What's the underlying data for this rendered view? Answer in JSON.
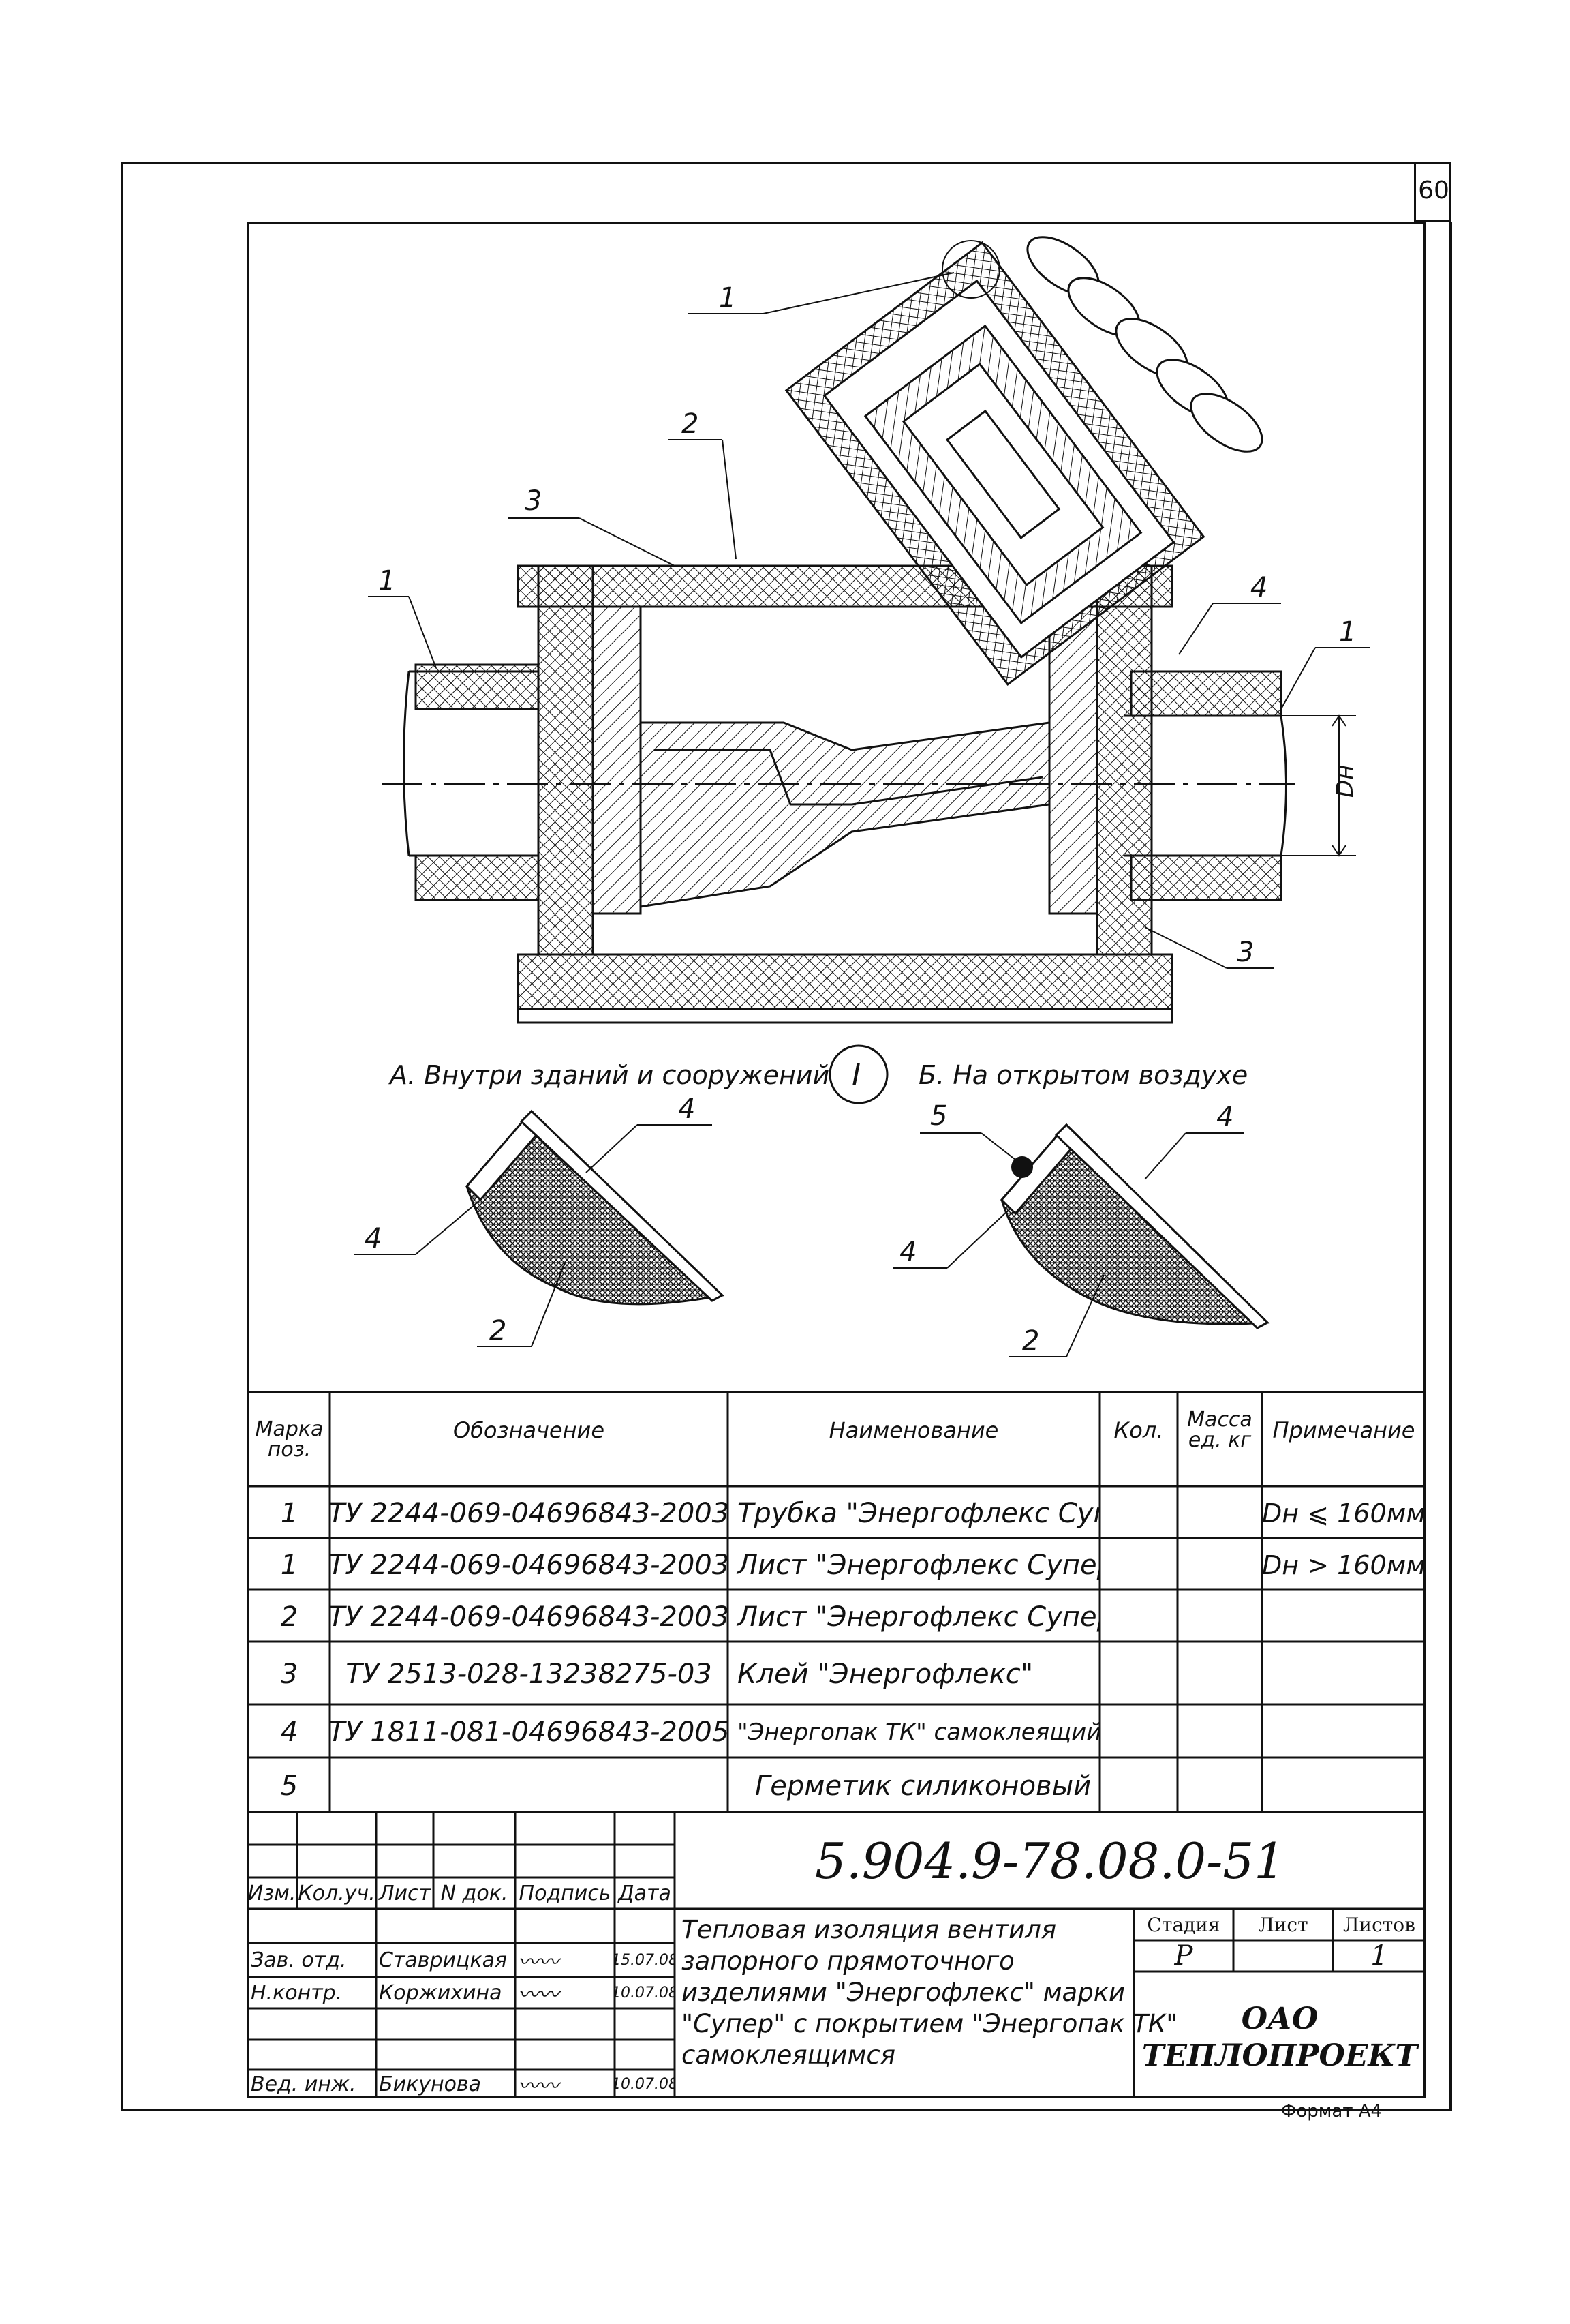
{
  "page_number": "60",
  "format_label": "Формат А4",
  "callouts": {
    "main_1_top": "1",
    "main_2": "2",
    "main_3_top": "3",
    "main_1_left": "1",
    "main_4": "4",
    "main_1_right": "1",
    "main_3_bottom": "3",
    "dn": "Dн",
    "detail_ref": "I"
  },
  "detail_a": {
    "title": "А. Внутри зданий и сооружений",
    "callout_4_top": "4",
    "callout_4_left": "4",
    "callout_2": "2"
  },
  "detail_b": {
    "title": "Б. На открытом воздухе",
    "callout_5": "5",
    "callout_4_top": "4",
    "callout_4_left": "4",
    "callout_2": "2"
  },
  "spec_table": {
    "headers": {
      "mark": "Марка поз.",
      "designation": "Обозначение",
      "name": "Наименование",
      "qty": "Кол.",
      "mass": "Масса ед. кг",
      "note": "Примечание"
    },
    "rows": [
      {
        "mark": "1",
        "designation": "ТУ 2244-069-04696843-2003",
        "name": "Трубка \"Энергофлекс Супер\"",
        "qty": "",
        "mass": "",
        "note": "Dн ⩽ 160мм"
      },
      {
        "mark": "1",
        "designation": "ТУ 2244-069-04696843-2003",
        "name": "Лист \"Энергофлекс Супер\"",
        "qty": "",
        "mass": "",
        "note": "Dн > 160мм"
      },
      {
        "mark": "2",
        "designation": "ТУ 2244-069-04696843-2003",
        "name": "Лист \"Энергофлекс Супер\"",
        "qty": "",
        "mass": "",
        "note": ""
      },
      {
        "mark": "3",
        "designation": "ТУ 2513-028-13238275-03",
        "name": "Клей \"Энергофлекс\"",
        "qty": "",
        "mass": "",
        "note": ""
      },
      {
        "mark": "4",
        "designation": "ТУ 1811-081-04696843-2005",
        "name": "\"Энергопак ТК\" самоклеящийся",
        "qty": "",
        "mass": "",
        "note": ""
      },
      {
        "mark": "5",
        "designation": "",
        "name": "Герметик силиконовый",
        "qty": "",
        "mass": "",
        "note": ""
      }
    ]
  },
  "title_block": {
    "document_code": "5.904.9-78.08.0-51",
    "column_headers": [
      "Изм.",
      "Кол.уч.",
      "Лист",
      "N док.",
      "Подпись",
      "Дата"
    ],
    "signatures": [
      {
        "role": "Зав. отд.",
        "name": "Ставрицкая",
        "date": "15.07.08"
      },
      {
        "role": "Н.контр.",
        "name": "Коржихина",
        "date": "10.07.08"
      },
      {
        "role": "Вед. инж.",
        "name": "Бикунова",
        "date": "10.07.08"
      }
    ],
    "description_lines": [
      "Тепловая изоляция вентиля",
      "запорного прямоточного",
      "изделиями \"Энергофлекс\" марки",
      "\"Супер\" с покрытием \"Энергопак ТК\"",
      "самоклеящимся"
    ],
    "stage_label": "Стадия",
    "sheet_label": "Лист",
    "sheets_label": "Листов",
    "stage_value": "Р",
    "sheet_value": "",
    "sheets_value": "1",
    "org_line1": "ОАО",
    "org_line2": "ТЕПЛОПРОЕКТ"
  }
}
